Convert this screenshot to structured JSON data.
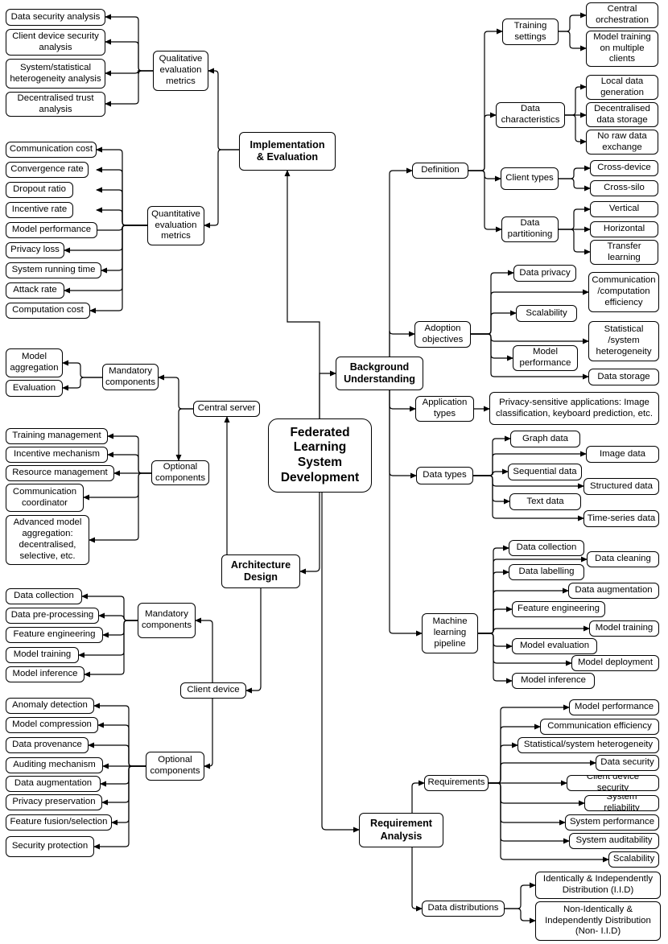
{
  "root": "Federated\nLearning\nSystem\nDevelopment",
  "branches": {
    "implementation_evaluation": "Implementation\n& Evaluation",
    "background_understanding": "Background\nUnderstanding",
    "architecture_design": "Architecture\nDesign",
    "requirement_analysis": "Requirement\nAnalysis"
  },
  "implementation": {
    "qualitative": "Qualitative\nevaluation\nmetrics",
    "qualitative_items": [
      "Data security analysis",
      "Client device security\nanalysis",
      "System/statistical\nheterogeneity analysis",
      "Decentralised trust\nanalysis"
    ],
    "quantitative": "Quantitative\nevaluation\nmetrics",
    "quantitative_items": [
      "Communication cost",
      "Convergence rate",
      "Dropout ratio",
      "Incentive rate",
      "Model performance",
      "Privacy loss",
      "System running time",
      "Attack rate",
      "Computation cost"
    ]
  },
  "background": {
    "definition": "Definition",
    "training_settings": "Training\nsettings",
    "training_items": [
      "Central\norchestration",
      "Model training\non multiple\nclients"
    ],
    "data_characteristics": "Data\ncharacteristics",
    "data_char_items": [
      "Local data\ngeneration",
      "Decentralised\ndata storage",
      "No raw data\nexchange"
    ],
    "client_types": "Client types",
    "client_items": [
      "Cross-device",
      "Cross-silo"
    ],
    "data_partitioning": "Data\npartitioning",
    "partition_items": [
      "Vertical",
      "Horizontal",
      "Transfer\nlearning"
    ],
    "adoption_objectives": "Adoption\nobjectives",
    "adoption_items": [
      "Data privacy",
      "Communication\n/computation\nefficiency",
      "Scalability",
      "Statistical\n/system\nheterogeneity",
      "Model\nperformance",
      "Data storage"
    ],
    "application_types": "Application\ntypes",
    "application_item": "Privacy-sensitive applications: Image\nclassification, keyboard prediction, etc.",
    "data_types": "Data types",
    "data_type_items": [
      "Graph data",
      "Image data",
      "Sequential data",
      "Structured data",
      "Text data",
      "Time-series data"
    ],
    "ml_pipeline": "Machine\nlearning\npipeline",
    "ml_items": [
      "Data collection",
      "Data cleaning",
      "Data labelling",
      "Data augmentation",
      "Feature engineering",
      "Model training",
      "Model evaluation",
      "Model deployment",
      "Model inference"
    ]
  },
  "architecture": {
    "central_server": "Central server",
    "server_mandatory": "Mandatory\ncomponents",
    "server_mandatory_items": [
      "Model\naggregation",
      "Evaluation"
    ],
    "server_optional": "Optional\ncomponents",
    "server_optional_items": [
      "Training management",
      "Incentive mechanism",
      "Resource management",
      "Communication\ncoordinator",
      "Advanced model\naggregation:\ndecentralised,\nselective, etc."
    ],
    "client_device": "Client device",
    "client_mandatory": "Mandatory\ncomponents",
    "client_mandatory_items": [
      "Data collection",
      "Data pre-processing",
      "Feature engineering",
      "Model training",
      "Model inference"
    ],
    "client_optional": "Optional\ncomponents",
    "client_optional_items": [
      "Anomaly detection",
      "Model compression",
      "Data provenance",
      "Auditing mechanism",
      "Data augmentation",
      "Privacy preservation",
      "Feature fusion/selection",
      "Security protection"
    ]
  },
  "requirement": {
    "requirements": "Requirements",
    "requirement_items": [
      "Model performance",
      "Communication efficiency",
      "Statistical/system heterogeneity",
      "Data security",
      "Client device security",
      "System reliability",
      "System performance",
      "System auditability",
      "Scalability"
    ],
    "data_distributions": "Data distributions",
    "distribution_items": [
      "Identically & Independently\nDistribution (I.I.D)",
      "Non-Identically &\nIndependently Distribution\n(Non- I.I.D)"
    ]
  }
}
